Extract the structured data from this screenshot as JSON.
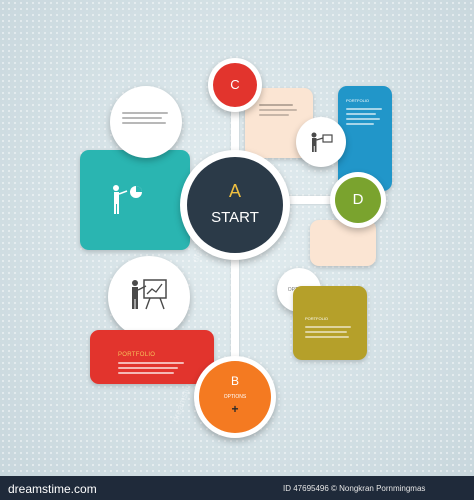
{
  "nodes": {
    "start_node": {
      "letter": "A",
      "label": "START"
    },
    "node_b": {
      "letter": "B",
      "options_label": "OPTIONS",
      "plus": "+"
    },
    "node_c": {
      "letter": "C"
    },
    "node_d": {
      "letter": "D"
    }
  },
  "cards": {
    "red_card_title": "PORTFOLIO",
    "small_options_label": "OPTIONS",
    "olive_card_title": "PORTFOLIO",
    "blue_card_title": "PORTFOLIO"
  },
  "footer": {
    "site": "dreamstime.com",
    "credit": "ID 47695496 © Nongkran Pornmingmas"
  },
  "watermark": "dreamstime",
  "colors": {
    "background": "#cfdde2",
    "teal": "#2ab5b1",
    "red": "#e2342d",
    "orange": "#f47a21",
    "olive": "#b5a02a",
    "blue": "#2196c9",
    "green": "#7aa32e",
    "dark_navy": "#2b3a48",
    "peach": "#fbe5d3"
  }
}
